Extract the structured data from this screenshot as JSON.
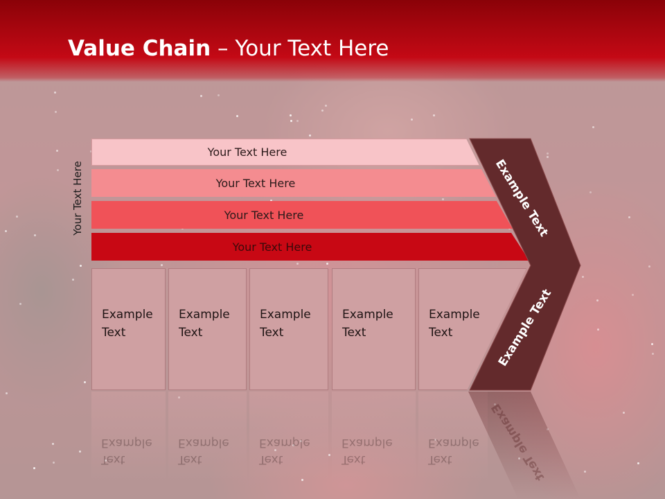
{
  "title": {
    "bold": "Value Chain",
    "rest": " – Your Text Here"
  },
  "side_label": "Your Text Here",
  "bars": [
    {
      "label": "Your Text Here"
    },
    {
      "label": "Your Text Here"
    },
    {
      "label": "Your Text Here"
    },
    {
      "label": "Your Text Here"
    }
  ],
  "columns": [
    {
      "line1": "Example",
      "line2": "Text"
    },
    {
      "line1": "Example",
      "line2": "Text"
    },
    {
      "line1": "Example",
      "line2": "Text"
    },
    {
      "line1": "Example",
      "line2": "Text"
    },
    {
      "line1": "Example",
      "line2": "Text"
    }
  ],
  "chevron": {
    "upper_label": "Example Text",
    "lower_label": "Example Text"
  },
  "colors": {
    "title_bar": "#c40915",
    "bar_1": "#f8c4c8",
    "bar_2": "#f48c90",
    "bar_3": "#f05258",
    "bar_4": "#c80814",
    "columns": "#cfa0a2",
    "chevron": "#632a2c"
  }
}
